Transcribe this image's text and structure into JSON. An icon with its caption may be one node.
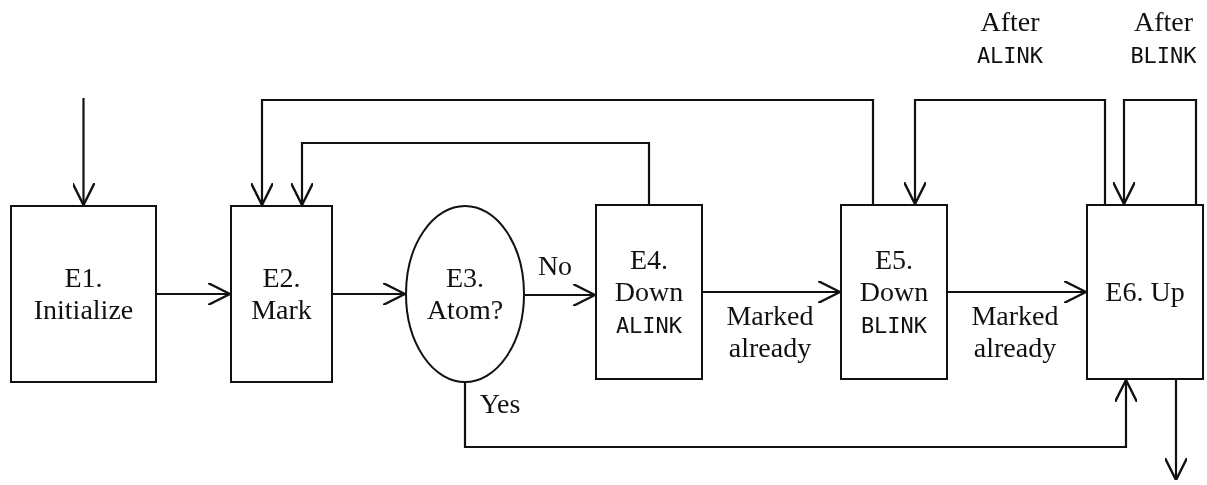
{
  "diagram": {
    "nodes": [
      {
        "text": [
          "E1. Initialize"
        ]
      },
      {
        "text": [
          "E2. Mark"
        ]
      },
      {
        "text": [
          "E3. Atom?"
        ]
      },
      {
        "text": [
          "E4. Down ALINK"
        ]
      },
      {
        "text": [
          "E5. Down BLINK"
        ]
      },
      {
        "text": [
          "E6. Up"
        ]
      }
    ],
    "edges": [
      {
        "from": null,
        "to": 0,
        "arrow": "to"
      },
      {
        "from": 0,
        "to": 1,
        "arrow": "to"
      },
      {
        "from": 1,
        "to": 2,
        "arrow": "to"
      },
      {
        "from": 2,
        "to": 3,
        "arrow": "to",
        "label": "No"
      },
      {
        "from": 3,
        "to": 4,
        "arrow": "to",
        "label": "Marked already"
      },
      {
        "from": 4,
        "to": 5,
        "arrow": "to",
        "label": "Marked already"
      },
      {
        "from": 2,
        "to": 5,
        "arrow": "to",
        "label": "Yes"
      },
      {
        "from": 3,
        "to": 1,
        "arrow": "to"
      },
      {
        "from": 4,
        "to": 1,
        "arrow": "to"
      },
      {
        "from": 5,
        "to": 4,
        "arrow": "to",
        "label": "After ALINK"
      },
      {
        "from": 5,
        "to": 5,
        "arrow": "to",
        "label": "After BLINK"
      },
      {
        "from": 5,
        "to": null,
        "arrow": "to"
      }
    ]
  }
}
